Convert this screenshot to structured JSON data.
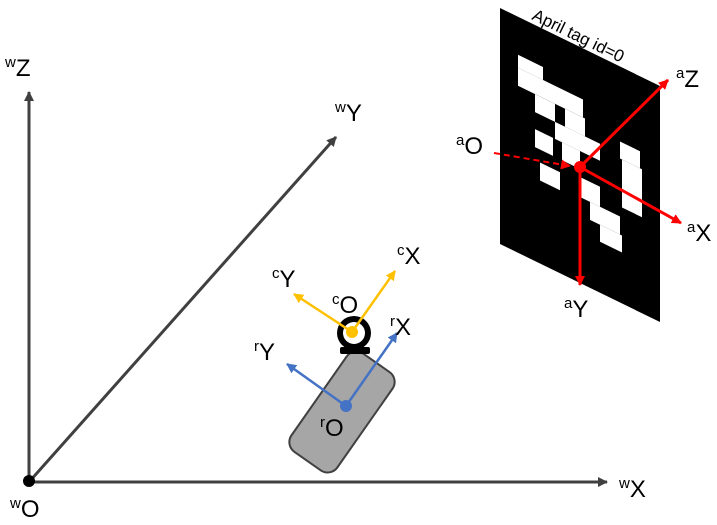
{
  "labels": {
    "world": {
      "origin": {
        "sup": "w",
        "base": "O"
      },
      "x": {
        "sup": "w",
        "base": "X"
      },
      "y": {
        "sup": "w",
        "base": "Y"
      },
      "z": {
        "sup": "w",
        "base": "Z"
      }
    },
    "robot": {
      "origin": {
        "sup": "r",
        "base": "O"
      },
      "x": {
        "sup": "r",
        "base": "X"
      },
      "y": {
        "sup": "r",
        "base": "Y"
      }
    },
    "camera": {
      "origin": {
        "sup": "c",
        "base": "O"
      },
      "x": {
        "sup": "c",
        "base": "X"
      },
      "y": {
        "sup": "c",
        "base": "Y"
      }
    },
    "april": {
      "origin": {
        "sup": "a",
        "base": "O"
      },
      "x": {
        "sup": "a",
        "base": "X"
      },
      "y": {
        "sup": "a",
        "base": "Y"
      },
      "z": {
        "sup": "a",
        "base": "Z"
      }
    },
    "tag_caption": "April tag id=0"
  },
  "colors": {
    "world_axes": "#404040",
    "robot_axes": "#4472c4",
    "camera_axes": "#ffc000",
    "april_axes": "#ff0000",
    "robot_body": "#a6a6a6",
    "tag": "#000000"
  },
  "icons": {
    "camera": "webcam-icon",
    "tag": "apriltag-marker"
  }
}
